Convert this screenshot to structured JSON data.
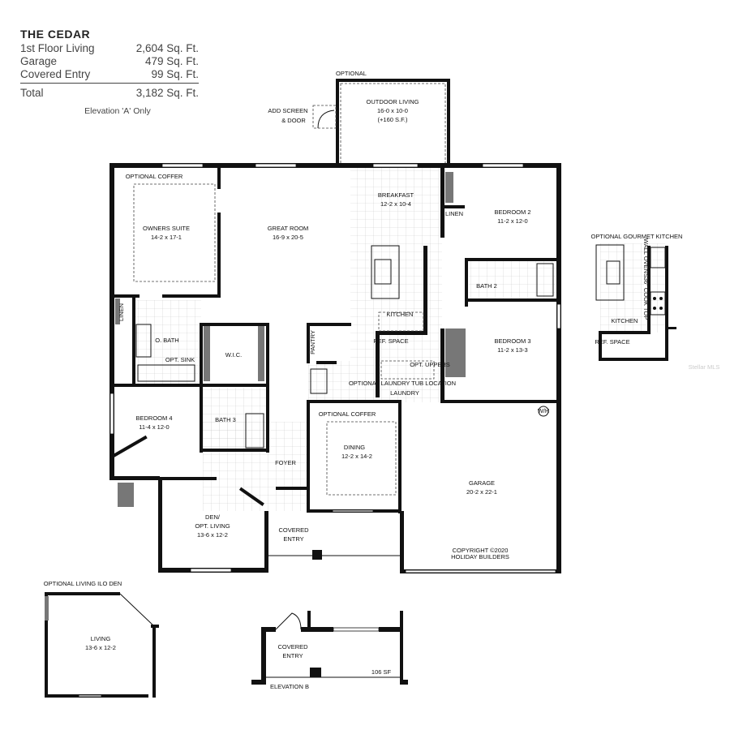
{
  "summary": {
    "title": "THE CEDAR",
    "rows": [
      {
        "label": "1st Floor Living",
        "value": "2,604 Sq. Ft."
      },
      {
        "label": "Garage",
        "value": "479 Sq. Ft."
      },
      {
        "label": "Covered Entry",
        "value": "99 Sq. Ft."
      }
    ],
    "total": {
      "label": "Total",
      "value": "3,182 Sq. Ft."
    },
    "note": "Elevation 'A' Only"
  },
  "outdoor": {
    "optional": "OPTIONAL",
    "name": "OUTDOOR LIVING",
    "dims": "16-0 x 10-0",
    "extra": "(+160 S.F.)",
    "screen1": "ADD SCREEN",
    "screen2": "& DOOR"
  },
  "rooms": {
    "owners_coffer": "OPTIONAL COFFER",
    "owners": "OWNERS SUITE",
    "owners_dims": "14-2 x 17-1",
    "great": "GREAT ROOM",
    "great_dims": "16-9 x 20-5",
    "breakfast": "BREAKFAST",
    "breakfast_dims": "12-2 x 10-4",
    "bed2": "BEDROOM 2",
    "bed2_dims": "11-2 x 12-0",
    "linen": "LINEN",
    "linen2": "LINEN",
    "bath2": "BATH 2",
    "kitchen": "KITCHEN",
    "ref": "REF. SPACE",
    "pantry": "PANTRY",
    "bed3": "BEDROOM 3",
    "bed3_dims": "11-2 x 13-3",
    "obath": "O. BATH",
    "optsink": "OPT. SINK",
    "wic": "W.I.C.",
    "laundry": "LAUNDRY",
    "laundry_opt": "OPTIONAL LAUNDRY TUB LOCATION",
    "opt_uppers": "OPT. UPPERS",
    "bed4": "BEDROOM 4",
    "bed4_dims": "11-4 x 12-0",
    "bath3": "BATH 3",
    "foyer": "FOYER",
    "dining_coffer": "OPTIONAL COFFER",
    "dining": "DINING",
    "dining_dims": "12-2 x 14-2",
    "garage": "GARAGE",
    "garage_dims": "20-2 x 22-1",
    "wh": "W/H",
    "copyright1": "COPYRIGHT ©2020",
    "copyright2": "HOLIDAY BUILDERS",
    "den1": "DEN/",
    "den2": "OPT. LIVING",
    "den_dims": "13-6 x 12-2",
    "covered1": "COVERED",
    "covered2": "ENTRY"
  },
  "gourmet": {
    "title": "OPTIONAL GOURMET KITCHEN",
    "kitchen": "KITCHEN",
    "ref": "REF. SPACE",
    "wall_ovens": "WALL OVENS",
    "cooktop": "36\" COOK TOP"
  },
  "living_ilo": {
    "title": "OPTIONAL LIVING ILO DEN",
    "name": "LIVING",
    "dims": "13-6 x 12-2"
  },
  "elevation_b": {
    "covered1": "COVERED",
    "covered2": "ENTRY",
    "sf": "106 SF",
    "label": "ELEVATION B"
  },
  "watermark": "Stellar MLS"
}
